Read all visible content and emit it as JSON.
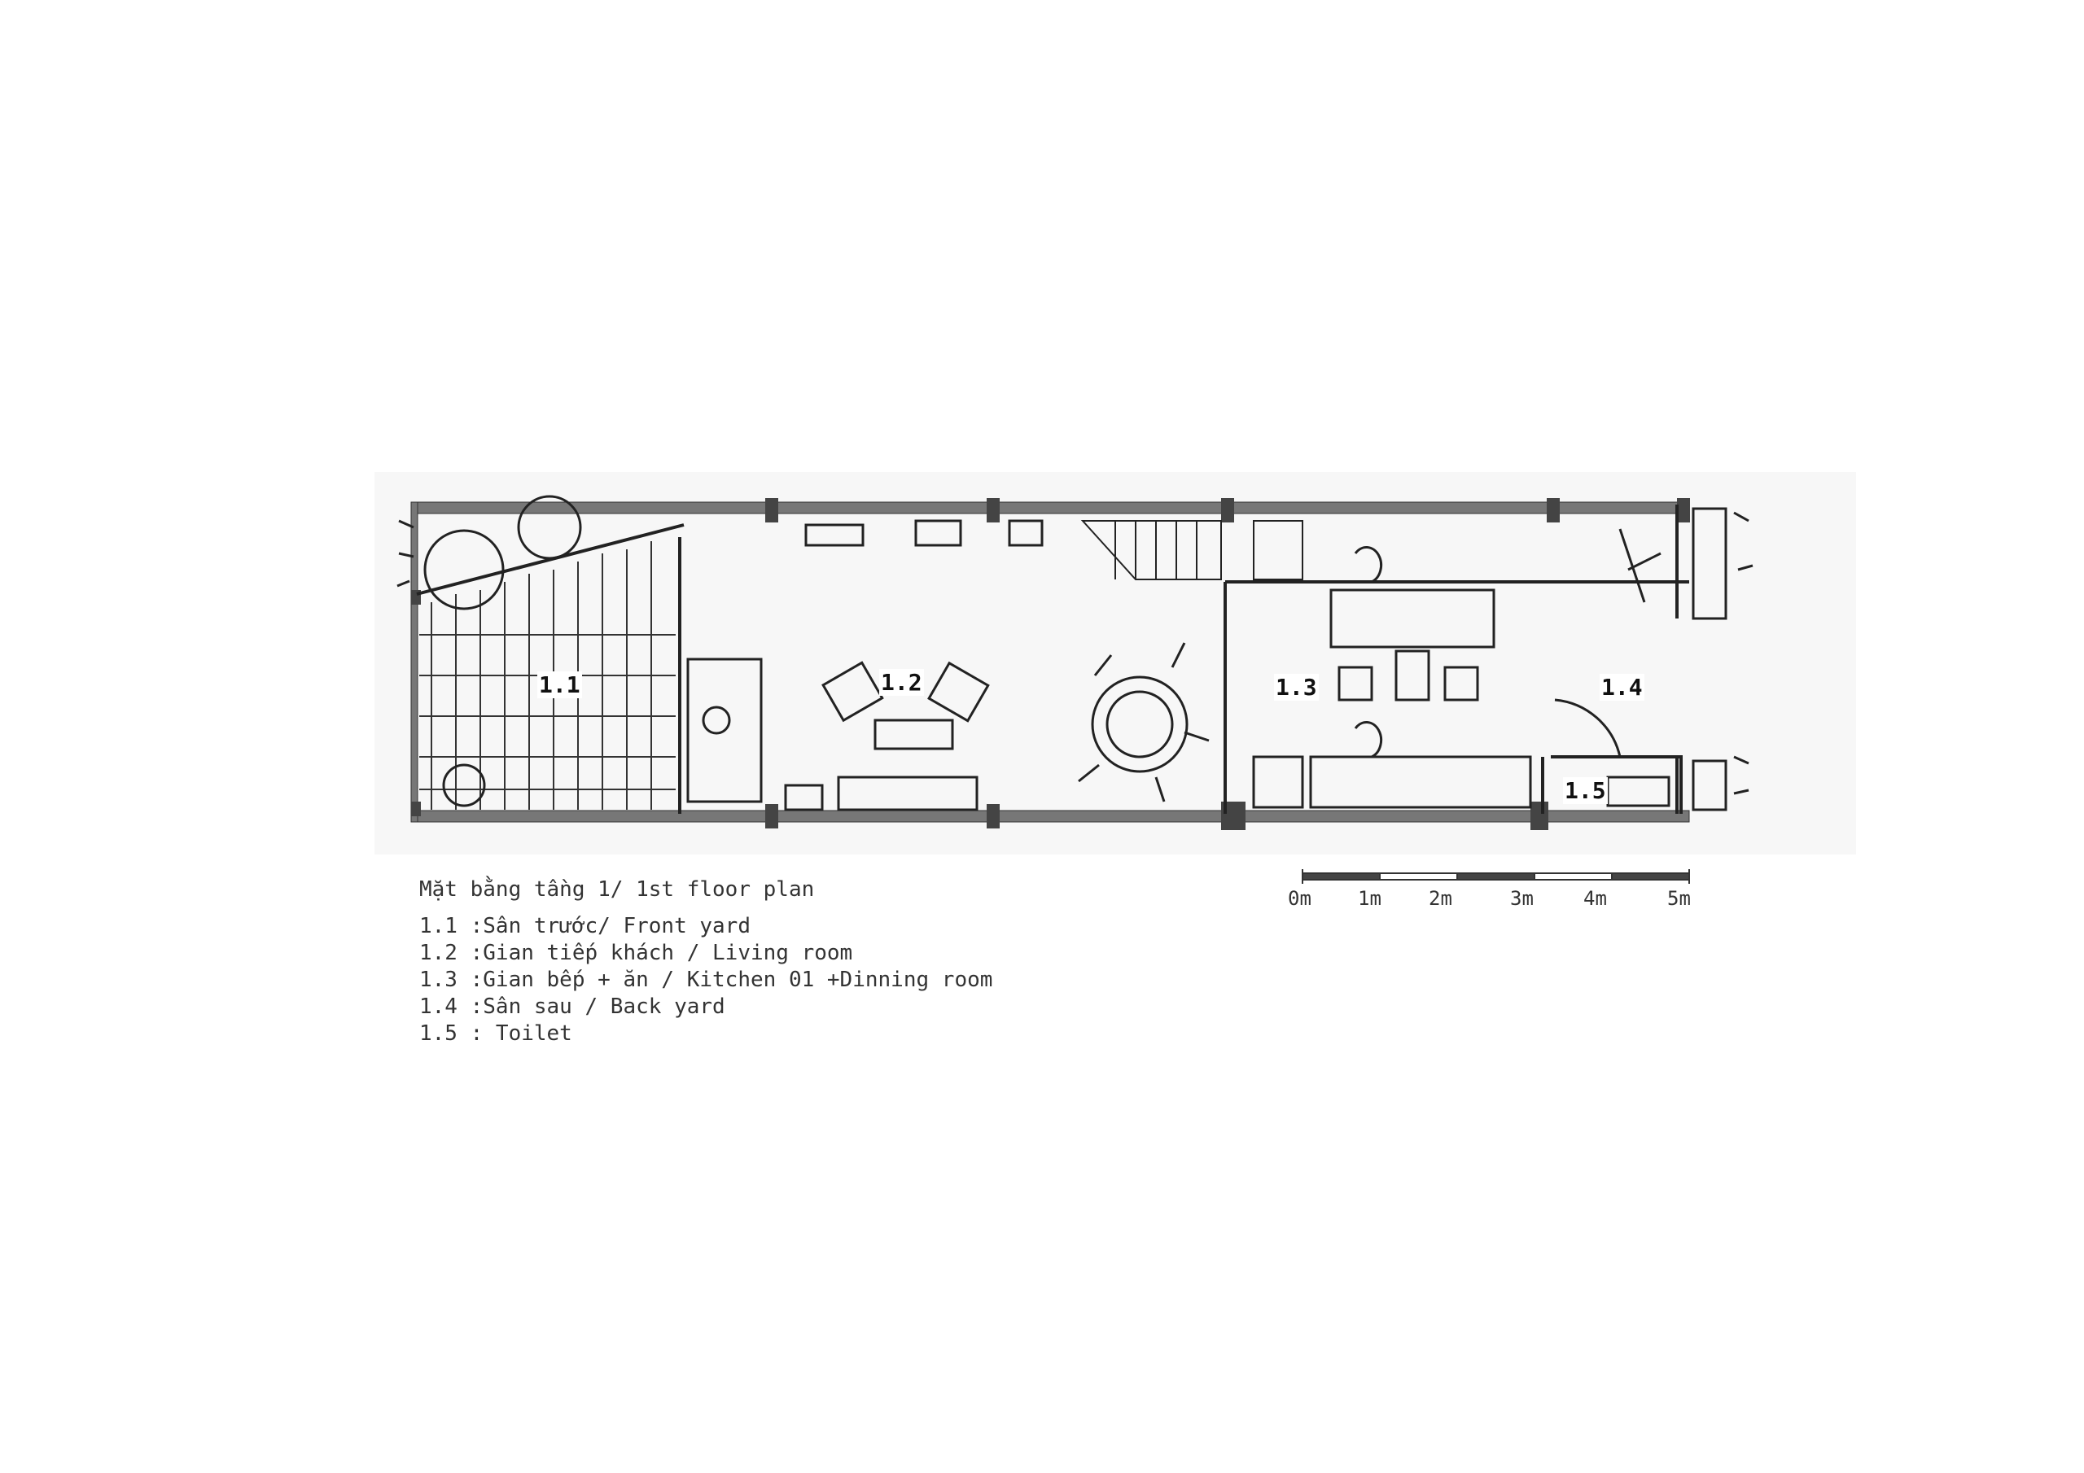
{
  "plan": {
    "title": "Mặt bằng tầng 1/ 1st floor plan",
    "rooms": [
      {
        "code": "1.1"
      },
      {
        "code": "1.2"
      },
      {
        "code": "1.3"
      },
      {
        "code": "1.4"
      },
      {
        "code": "1.5"
      }
    ],
    "legend": [
      "1.1 :Sân trước/ Front yard",
      "1.2 :Gian tiếp khách / Living room",
      "1.3 :Gian bếp + ăn / Kitchen 01 +Dinning room",
      "1.4 :Sân sau / Back yard",
      "1.5 : Toilet"
    ]
  },
  "scale_bar": {
    "labels": [
      "0m",
      "1m",
      "2m",
      "3m",
      "4m",
      "5m"
    ]
  }
}
